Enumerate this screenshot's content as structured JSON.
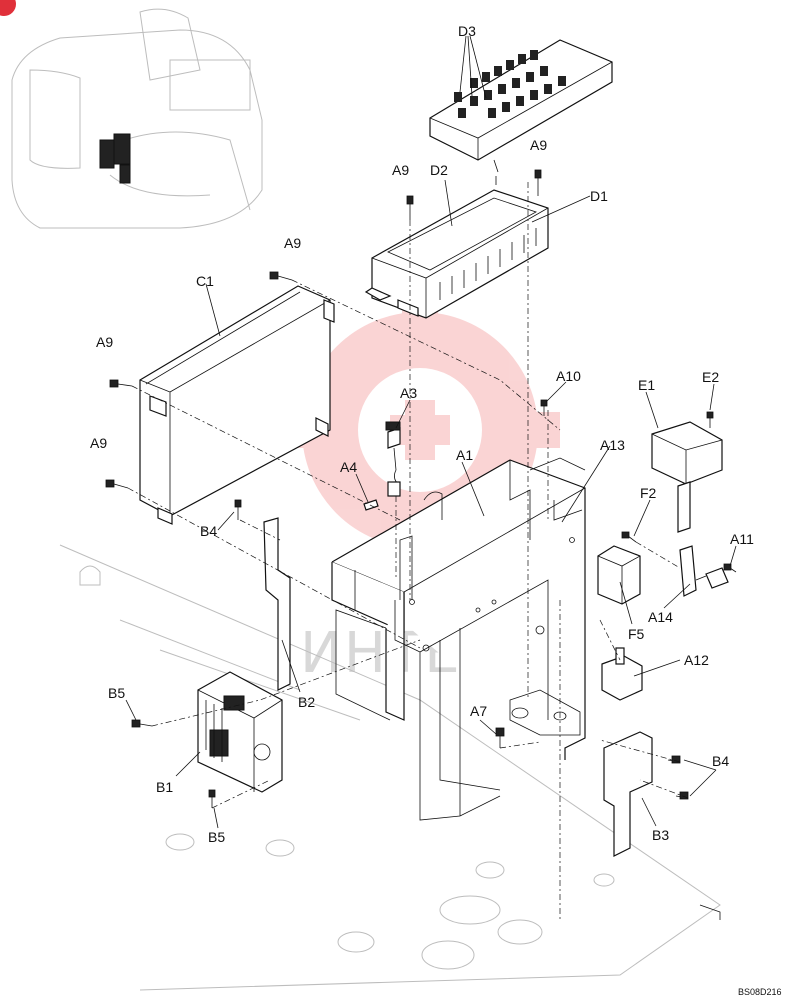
{
  "diagram": {
    "drawing_code": "BS08D216",
    "watermark_text": "ИНТЕХ",
    "watermark_color": "#f4a0a0",
    "labels": {
      "D3": "D3",
      "A9_top": "A9",
      "A9_d2": "A9",
      "D2": "D2",
      "D1": "D1",
      "A9_c1": "A9",
      "C1": "C1",
      "A9_left1": "A9",
      "A9_left2": "A9",
      "A3": "A3",
      "A10": "A10",
      "E1": "E1",
      "E2": "E2",
      "A4": "A4",
      "A1": "A1",
      "A13": "A13",
      "F2": "F2",
      "B4_left": "B4",
      "A11": "A11",
      "F5": "F5",
      "A14": "A14",
      "A12": "A12",
      "B2": "B2",
      "B5_top": "B5",
      "A7": "A7",
      "B4_right": "B4",
      "B1": "B1",
      "B3": "B3",
      "B5_bottom": "B5"
    }
  }
}
